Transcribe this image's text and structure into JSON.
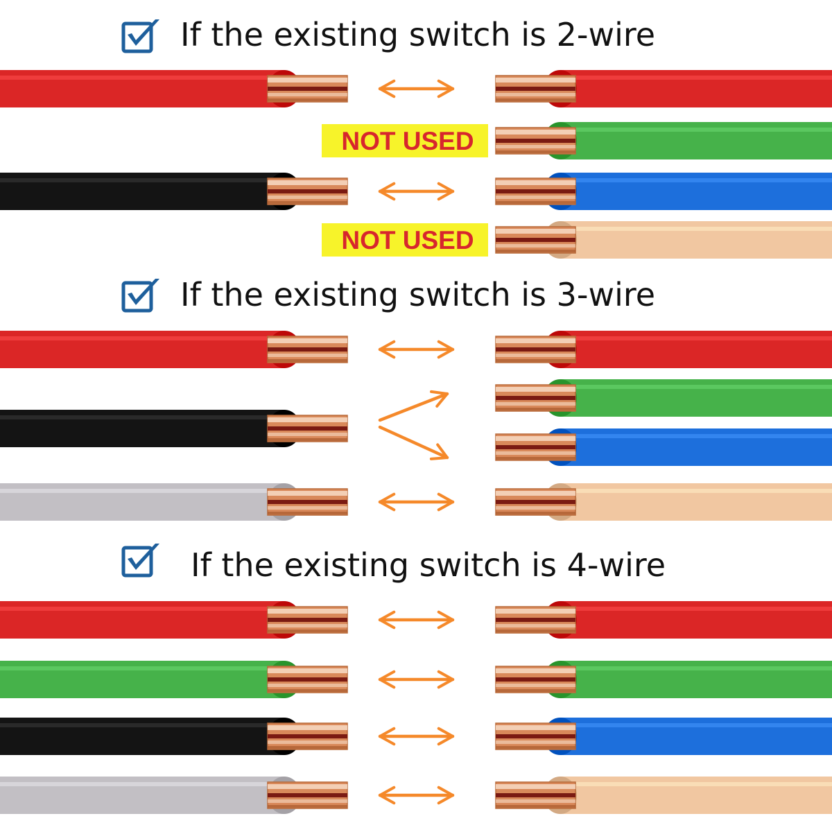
{
  "colors": {
    "red": "#db2626",
    "green": "#46b24a",
    "black": "#141414",
    "blue": "#1d6fdc",
    "gray": "#c2bfc4",
    "tan": "#f1c7a1",
    "copper": "#d9895a",
    "copper_highlight": "#f7dcc6",
    "copper_stripe": "#7a1a12",
    "arrow": "#f5892a",
    "label_bg": "#f7f32a",
    "label_text": "#d7262d",
    "checkbox": "#1e5f9c"
  },
  "sections": [
    {
      "heading": "If the existing switch is 2-wire",
      "rows": [
        {
          "left": "red",
          "connector": "double-arrow",
          "right": "red"
        },
        {
          "left": null,
          "connector": "label",
          "label": "NOT USED",
          "right": "green"
        },
        {
          "left": "black",
          "connector": "double-arrow",
          "right": "blue"
        },
        {
          "left": null,
          "connector": "label",
          "label": "NOT USED",
          "right": "tan"
        }
      ]
    },
    {
      "heading": "If the existing switch is 3-wire",
      "rows": [
        {
          "left": "red",
          "connector": "double-arrow",
          "right": "red"
        },
        {
          "left": null,
          "connector": "fork-top",
          "right": "green"
        },
        {
          "left": "black",
          "connector": "fork-source",
          "right": null
        },
        {
          "left": null,
          "connector": "fork-bottom",
          "right": "blue"
        },
        {
          "left": "gray",
          "connector": "double-arrow",
          "right": "tan"
        }
      ]
    },
    {
      "heading": "If the existing switch is 4-wire",
      "rows": [
        {
          "left": "red",
          "connector": "double-arrow",
          "right": "red"
        },
        {
          "left": "green",
          "connector": "double-arrow",
          "right": "green"
        },
        {
          "left": "black",
          "connector": "double-arrow",
          "right": "blue"
        },
        {
          "left": "gray",
          "connector": "double-arrow",
          "right": "tan"
        }
      ]
    }
  ]
}
